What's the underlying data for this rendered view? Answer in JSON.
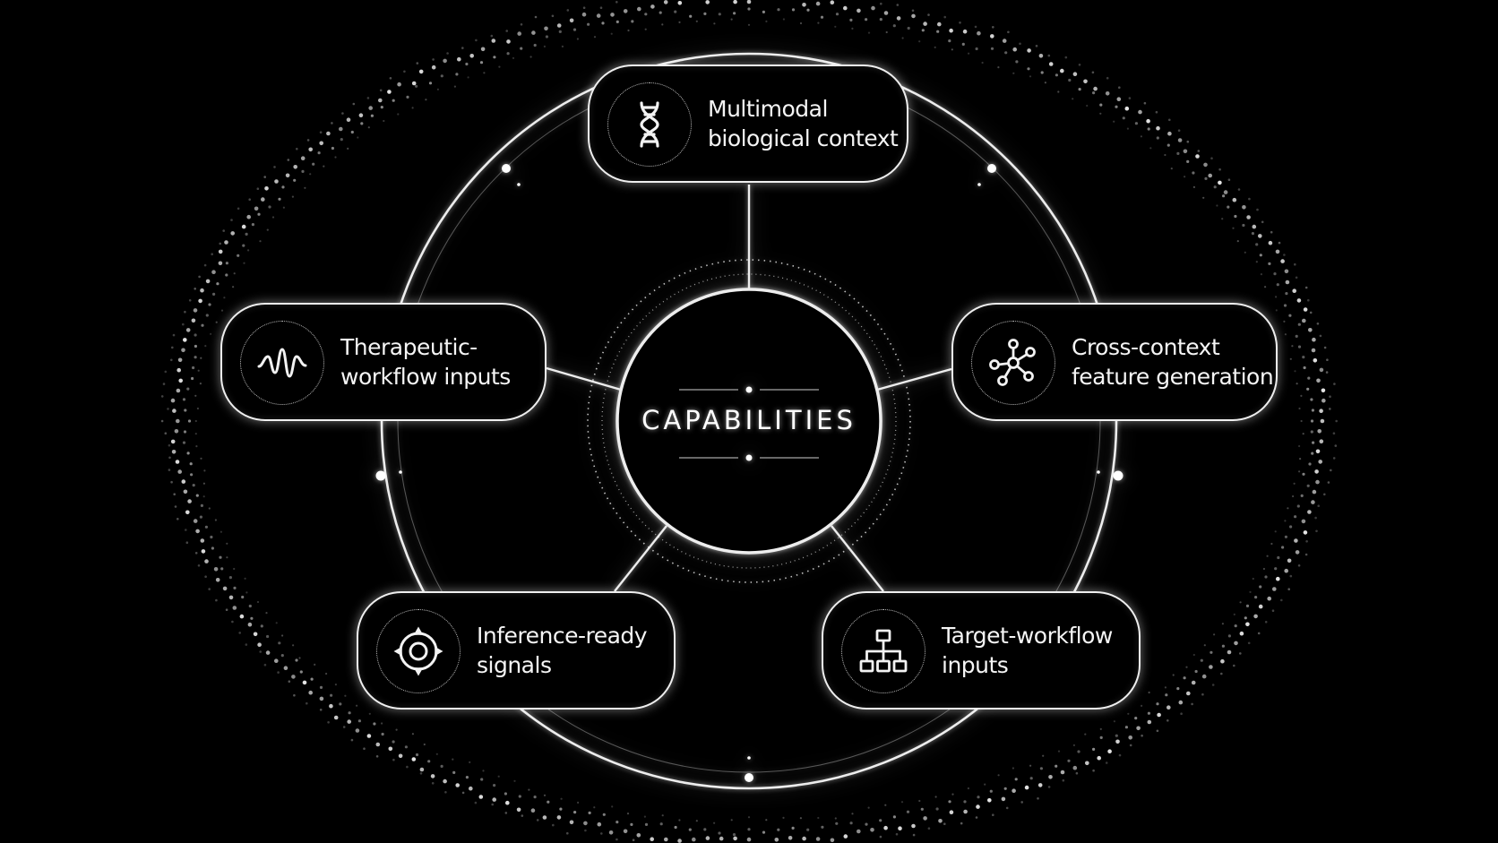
{
  "center": {
    "title": "CAPABILITIES"
  },
  "nodes": [
    {
      "id": "multimodal",
      "icon": "dna-helix-icon",
      "line1": "Multimodal",
      "line2": "biological context"
    },
    {
      "id": "therapeutic",
      "icon": "waveform-icon",
      "line1": "Therapeutic-",
      "line2": "workflow inputs"
    },
    {
      "id": "cross-context",
      "icon": "network-nodes-icon",
      "line1": "Cross-context",
      "line2": "feature generation"
    },
    {
      "id": "inference",
      "icon": "crosshair-target-icon",
      "line1": "Inference-ready",
      "line2": "signals"
    },
    {
      "id": "target",
      "icon": "hierarchy-chart-icon",
      "line1": "Target-workflow",
      "line2": "inputs"
    }
  ],
  "colors": {
    "background": "#000000",
    "foreground": "#f0f0f0"
  }
}
